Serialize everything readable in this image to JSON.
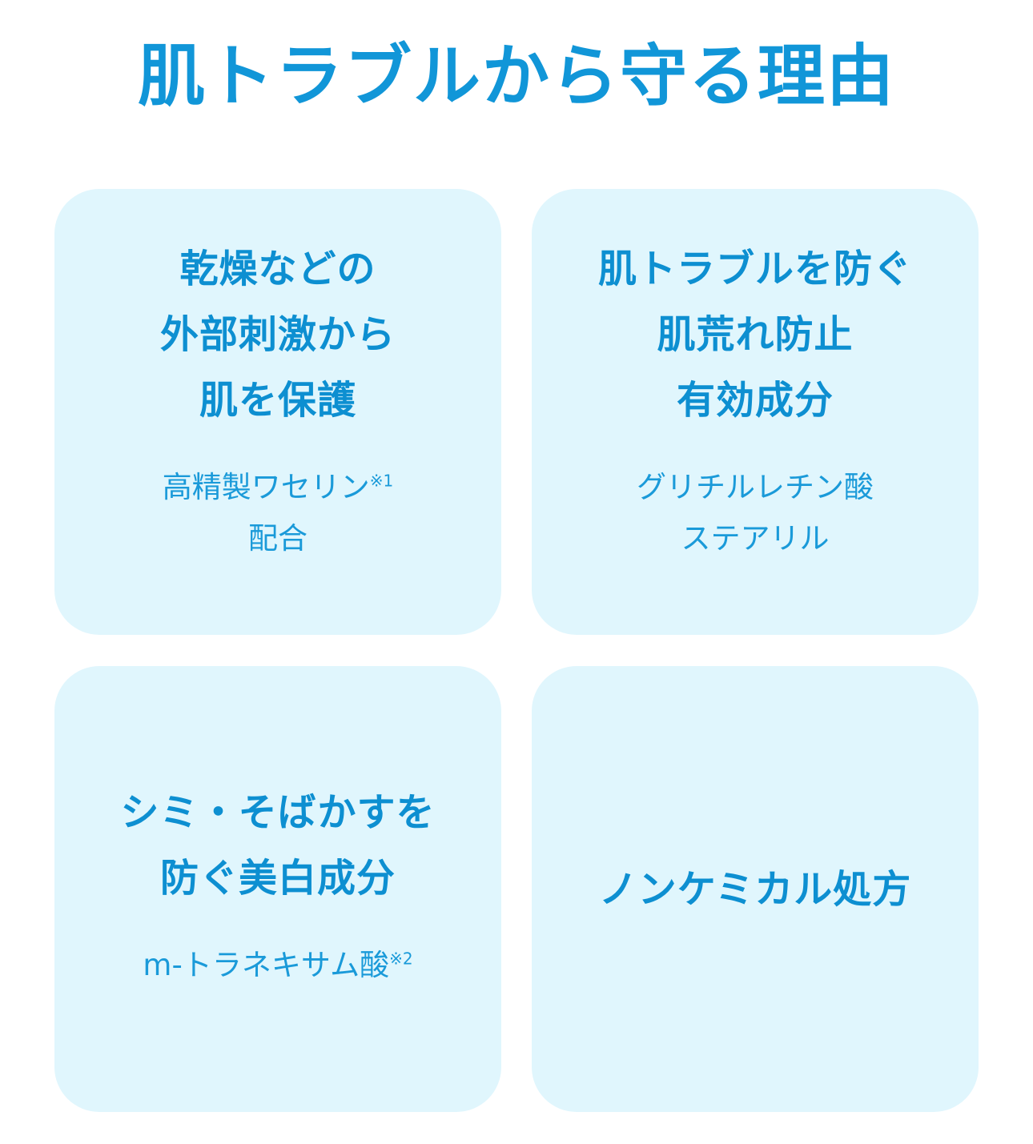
{
  "title": "肌トラブルから守る理由",
  "cards": [
    {
      "heading_lines": [
        "乾燥などの",
        "外部刺激から",
        "肌を保護"
      ],
      "sub_lines": [
        "高精製ワセリン",
        "配合"
      ],
      "sub_note": "※1"
    },
    {
      "heading_lines": [
        "肌トラブルを防ぐ",
        "肌荒れ防止",
        "有効成分"
      ],
      "sub_lines": [
        "グリチルレチン酸",
        "ステアリル"
      ]
    },
    {
      "heading_lines": [
        "シミ・そばかすを",
        "防ぐ美白成分"
      ],
      "sub_lines": [
        "m-トラネキサム酸"
      ],
      "sub_note": "※2"
    },
    {
      "heading_lines": [
        "ノンケミカル処方"
      ]
    }
  ],
  "colors": {
    "title": "#1196d8",
    "heading": "#0d8fd1",
    "sub": "#1a9ad9",
    "card_bg": "#e0f6fd"
  }
}
